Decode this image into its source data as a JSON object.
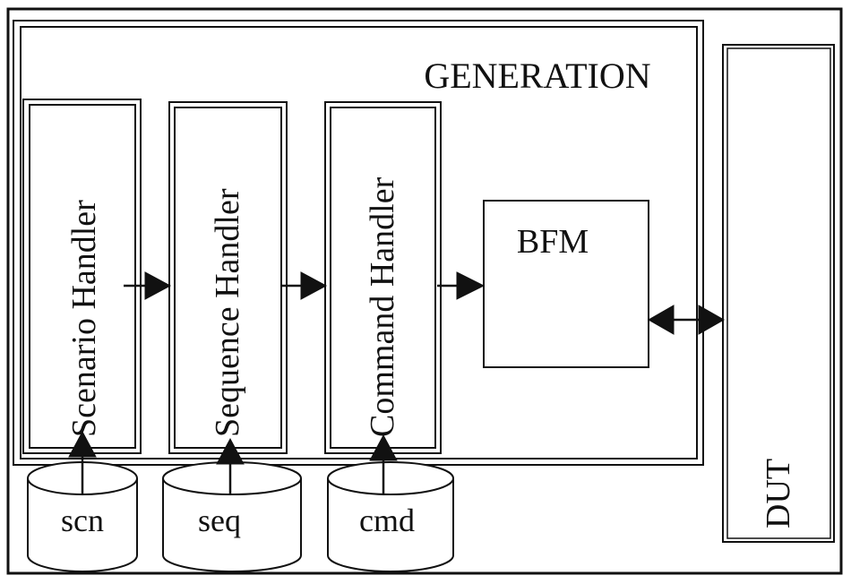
{
  "diagram": {
    "generation_label": "GENERATION",
    "dut_label": "DUT",
    "bfm_label": "BFM",
    "handlers": {
      "scenario": "Scenario Handler",
      "sequence": "Sequence Handler",
      "command": "Command Handler"
    },
    "databases": {
      "scn": "scn",
      "seq": "seq",
      "cmd": "cmd"
    }
  }
}
